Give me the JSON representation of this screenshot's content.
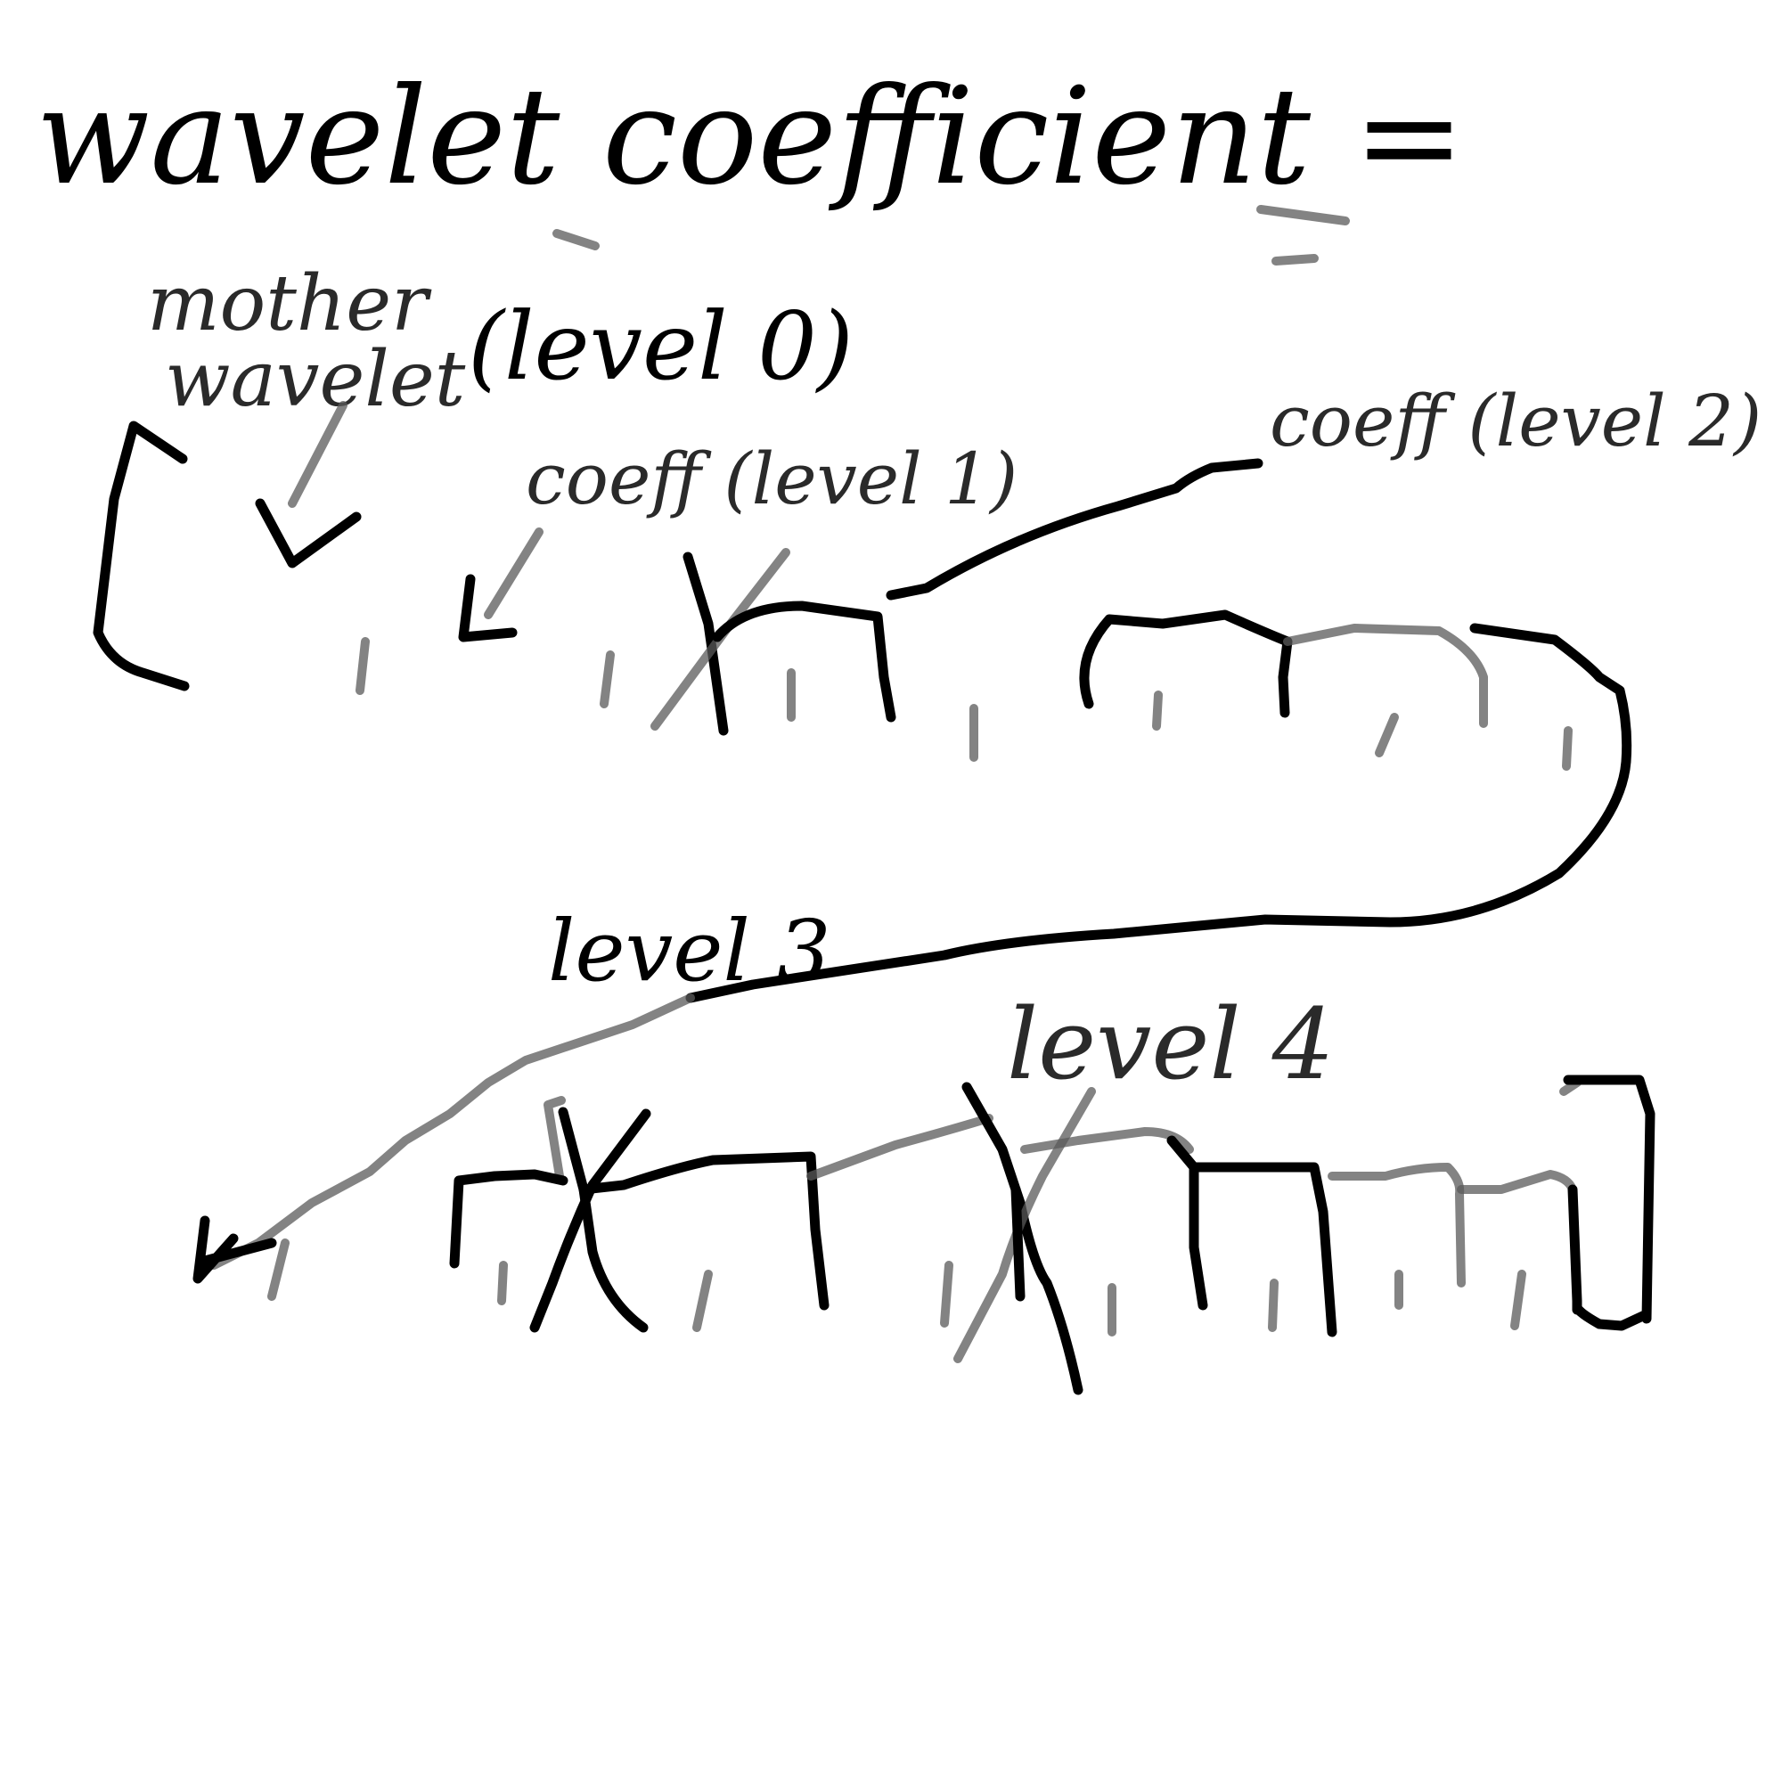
{
  "title": "wavelet coefficient =",
  "labels": {
    "mother_line1": "mother",
    "mother_line2": "wavelet",
    "level0": "(level 0)",
    "level1": "coeff (level 1)",
    "level2": "coeff (level 2)",
    "level3": "level 3",
    "level4": "level 4"
  },
  "colors": {
    "ink": "#000000",
    "background": "#ffffff"
  }
}
